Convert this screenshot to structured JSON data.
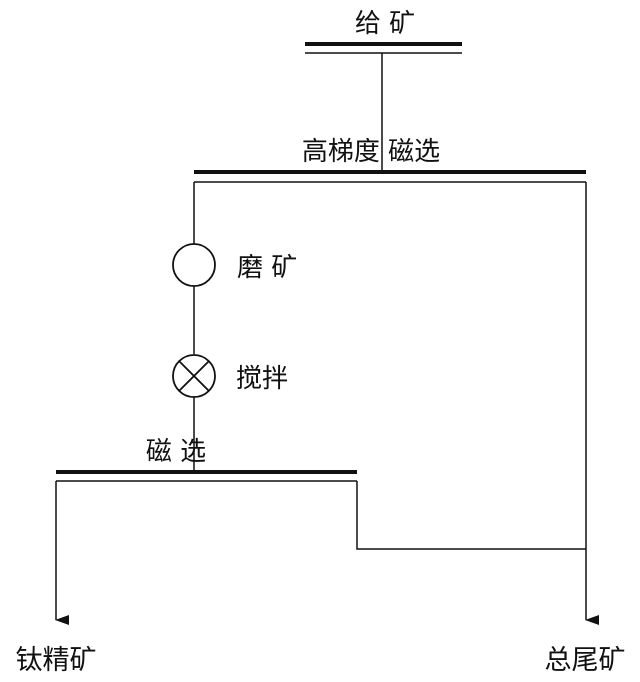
{
  "labels": {
    "feed": "给 矿",
    "high_gradient_separation": "高梯度 磁选",
    "grinding": "磨 矿",
    "stirring": "搅拌",
    "magnetic_separation": "磁 选",
    "titanium_concentrate": "钛精矿",
    "total_tailings": "总尾矿"
  },
  "colors": {
    "line": "#111111",
    "background": "#ffffff"
  },
  "icons": {
    "grinding": "circle",
    "stirring": "circle-x"
  }
}
